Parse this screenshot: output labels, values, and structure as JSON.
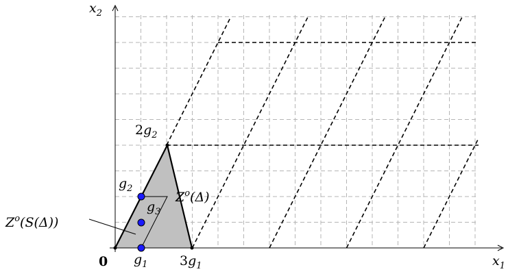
{
  "diagram": {
    "axes": {
      "x_label": "x",
      "x_sub": "1",
      "y_label": "x",
      "y_sub": "2"
    },
    "labels": {
      "origin": "0",
      "g1": {
        "main": "g",
        "sub": "1"
      },
      "three_g1": {
        "prefix": "3",
        "main": "g",
        "sub": "1"
      },
      "g2": {
        "main": "g",
        "sub": "2"
      },
      "two_g2": {
        "prefix": "2",
        "main": "g",
        "sub": "2"
      },
      "g3": {
        "main": "g",
        "sub": "3"
      },
      "z_delta": {
        "main": "Z",
        "sup": "o",
        "rest": "(Δ)"
      },
      "z_s_delta": {
        "main": "Z",
        "sup": "o",
        "rest": "(S(Δ))"
      }
    },
    "colors": {
      "triangle_fill": "#c0c0c0",
      "point_fill": "#1a1aff",
      "grid": "#b5b5b5"
    }
  }
}
